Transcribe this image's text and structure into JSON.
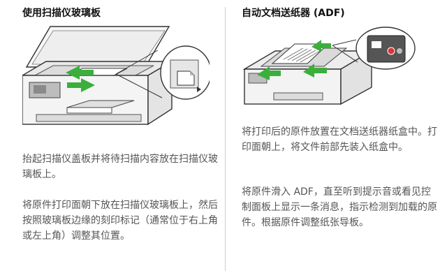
{
  "left": {
    "heading": "使用扫描仪玻璃板",
    "para1": "抬起扫描仪盖板并将待扫描内容放在扫描仪玻璃板上。",
    "para2": "将原件打印面朝下放在扫描仪玻璃板上，然后按照玻璃板边缘的刻印标记（通常位于右上角或左上角）调整其位置。"
  },
  "right": {
    "heading": "自动文档送纸器 (ADF)",
    "para1": "将打印后的原件放置在文档送纸器纸盒中。打印面朝上，将文件前部先装入纸盒中。",
    "para2": "将原件滑入 ADF，直至听到提示音或看见控制面板上显示一条消息，指示检测到加载的原件。根据原件调整纸张导板。"
  },
  "colors": {
    "arrow_green": "#3cae3c",
    "line": "#333333",
    "divider": "#cfcfcf"
  }
}
